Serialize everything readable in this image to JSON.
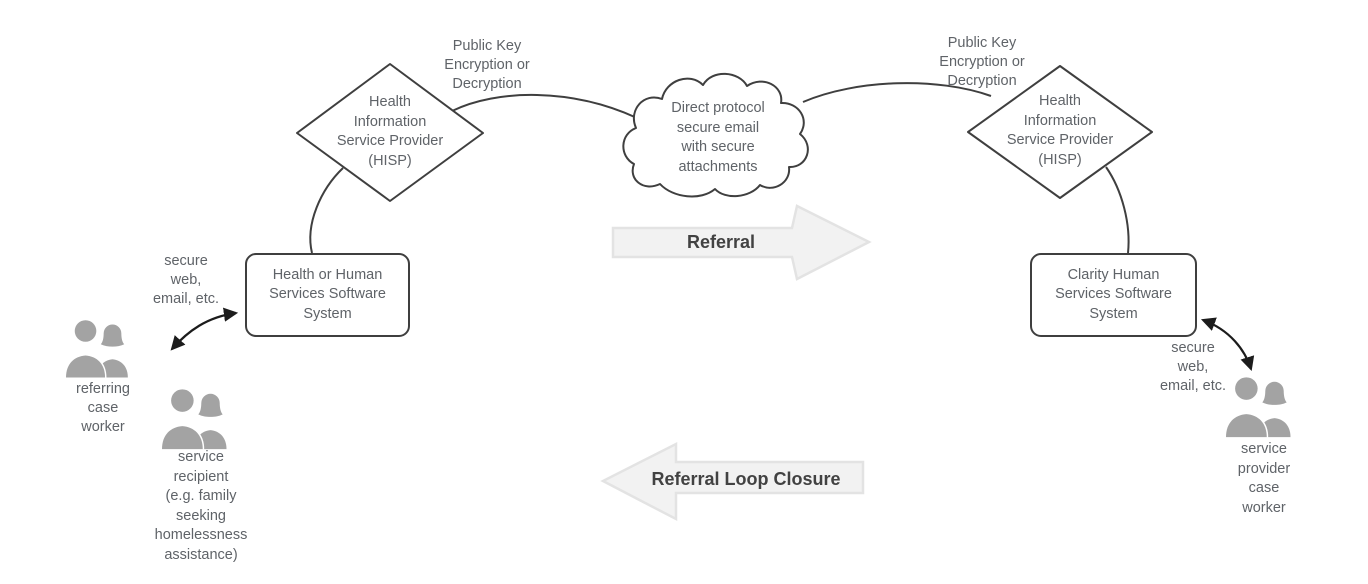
{
  "colors": {
    "line": "#3f3f3f",
    "text_gray": "#5f6368",
    "people_gray": "#a3a3a3",
    "block_arrow_fill": "#f2f2f2",
    "block_arrow_stroke": "#e3e3e3",
    "block_arrow_text": "#424242",
    "node_fill": "#ffffff"
  },
  "nodes": {
    "left_hisp": "Health\nInformation\nService Provider\n(HISP)",
    "right_hisp": "Health\nInformation\nService Provider\n(HISP)",
    "cloud": "Direct protocol\nsecure email\nwith secure\nattachments",
    "left_system": "Health or Human\nServices Software\nSystem",
    "right_system": "Clarity Human\nServices Software\nSystem"
  },
  "labels": {
    "public_key_left": "Public Key\nEncryption or\nDecryption",
    "public_key_right": "Public Key\nEncryption or\nDecryption",
    "secure_web_left": "secure\nweb,\nemail, etc.",
    "secure_web_right": "secure\nweb,\nemail, etc.",
    "referring_case_worker": "referring\ncase\nworker",
    "service_recipient": "service\nrecipient\n(e.g. family\nseeking\nhomelessness\nassistance)",
    "service_provider_case_worker": "service\nprovider\ncase\nworker"
  },
  "flow_arrows": {
    "referral": "Referral",
    "referral_loop_closure": "Referral Loop Closure"
  }
}
